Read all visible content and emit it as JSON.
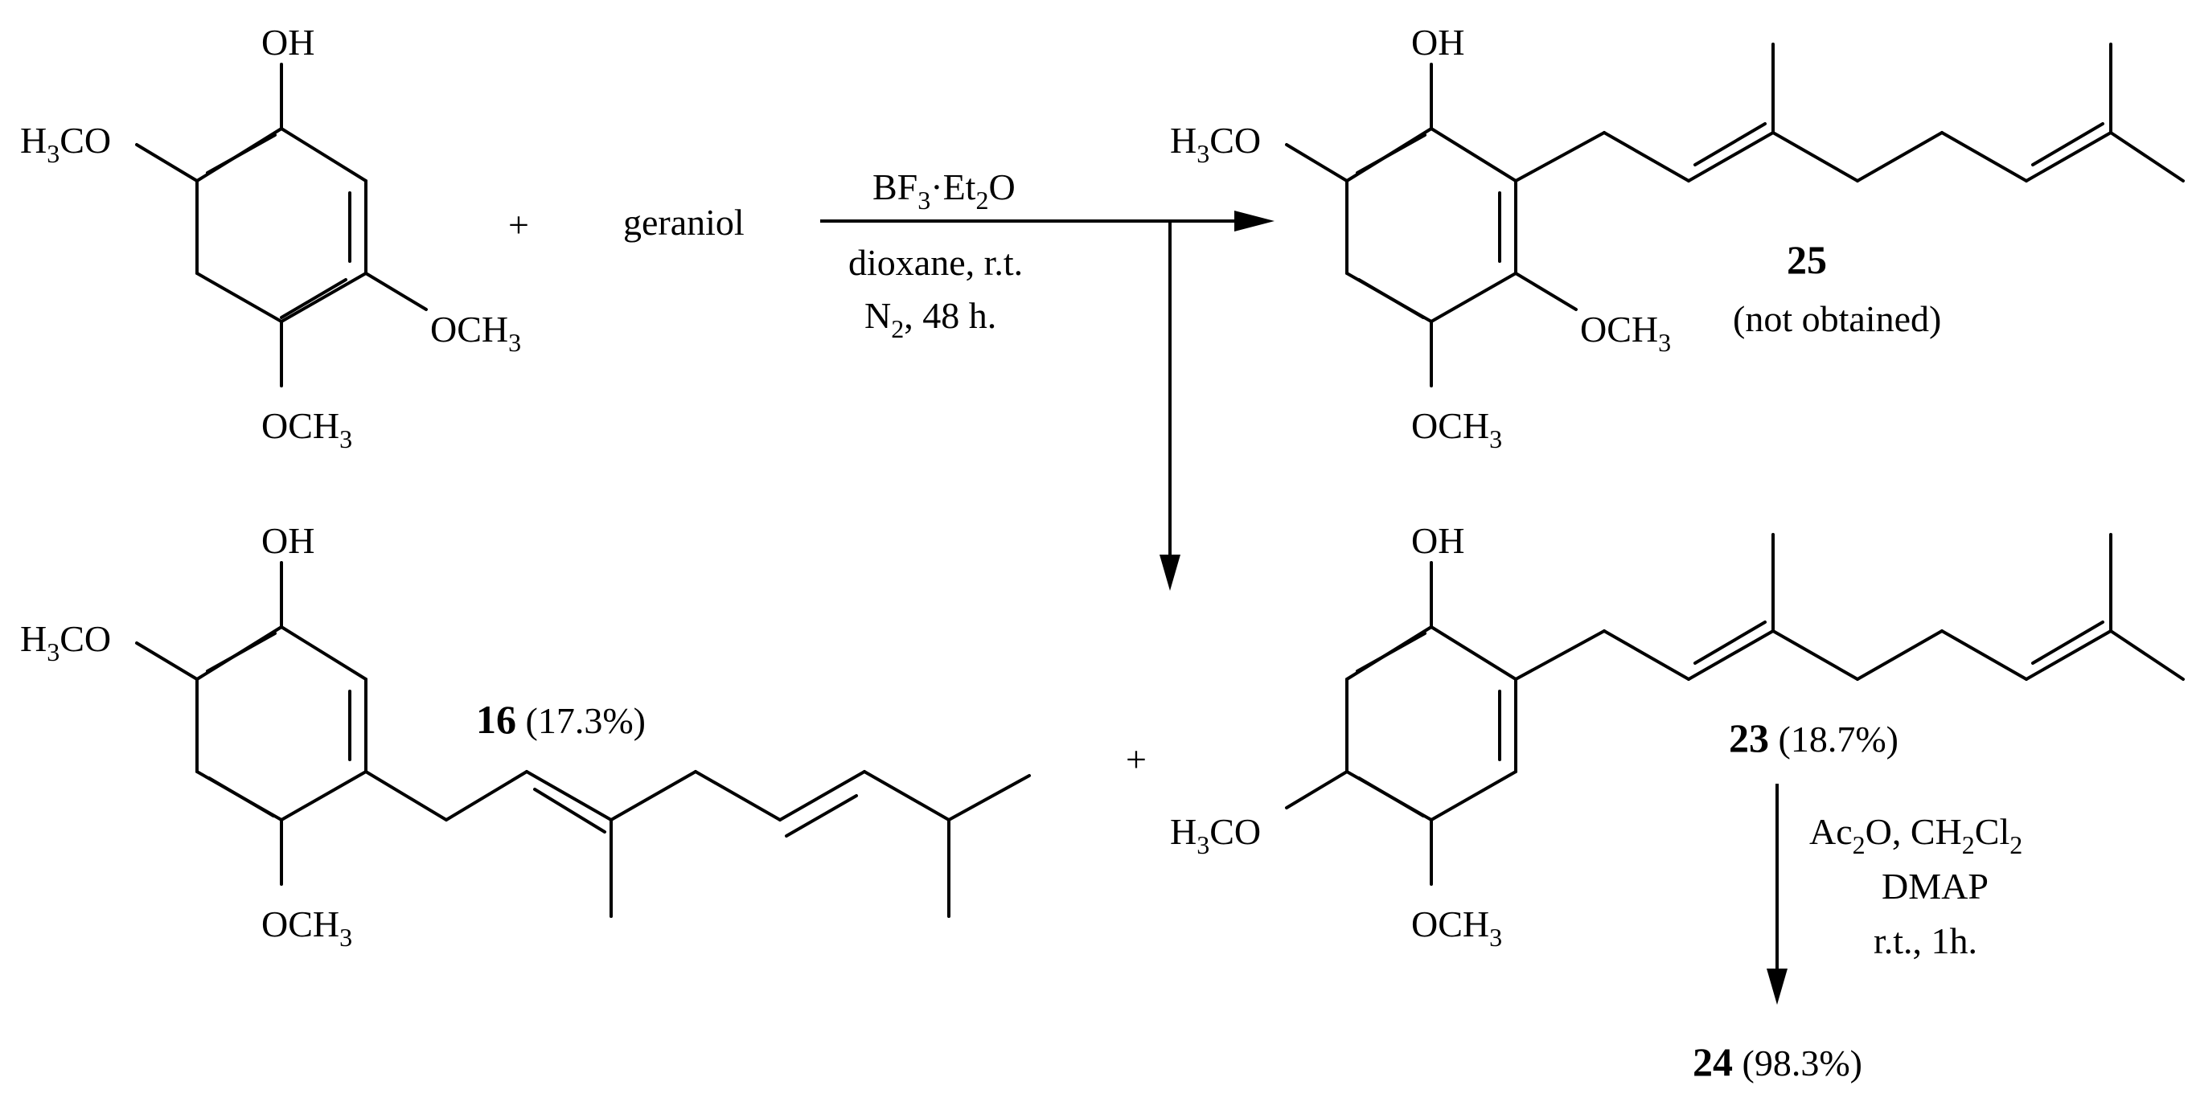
{
  "labels": {
    "oh": "OH",
    "h3co_h": "H",
    "h3co_3": "3",
    "h3co_co": "CO",
    "och3_och": "OCH",
    "och3_3": "3",
    "plus": "+"
  },
  "reagent": {
    "name": "geraniol",
    "cond1_a": "BF",
    "cond1_sub": "3",
    "cond1_b": "·Et",
    "cond1_sub2": "2",
    "cond1_c": "O",
    "cond2": "dioxane, r.t.",
    "cond3_a": "N",
    "cond3_sub": "2",
    "cond3_b": ", 48 h."
  },
  "products": {
    "p25_id": "25",
    "p25_note": "(not obtained)",
    "p16_id": "16",
    "p16_yield": " (17.3%)",
    "p23_id": "23",
    "p23_yield": " (18.7%)",
    "p24_id": "24",
    "p24_yield": " (98.3%)"
  },
  "step2": {
    "c1_a": "Ac",
    "c1_sub": "2",
    "c1_b": "O, CH",
    "c1_sub2": "2",
    "c1_c": "Cl",
    "c1_sub3": "2",
    "c2": "DMAP",
    "c3": "r.t., 1h."
  }
}
